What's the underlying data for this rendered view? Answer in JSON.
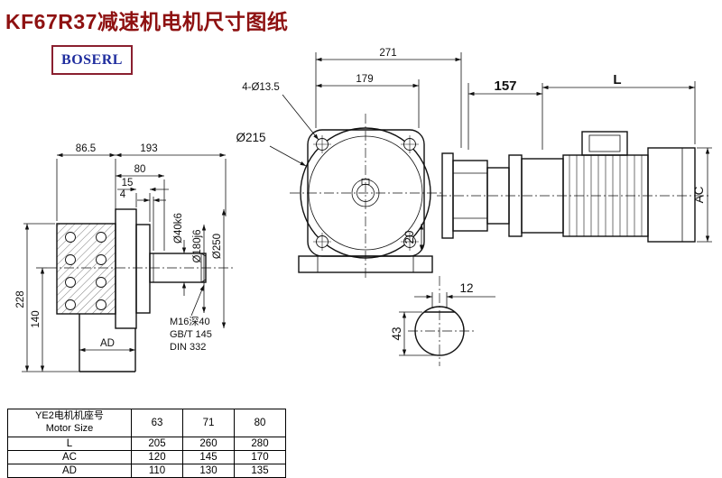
{
  "title": "KF67R37减速机电机尺寸图纸",
  "logo": "BOSERL",
  "dims": {
    "front": {
      "w271": "271",
      "w179": "179",
      "holes": "4-Ø13.5",
      "d215": "Ø215",
      "t20": "20"
    },
    "side": {
      "w86_5": "86.5",
      "w193": "193",
      "w80": "80",
      "w15": "15",
      "w4": "4",
      "h228": "228",
      "h140": "140",
      "ad": "AD",
      "d40": "Ø40k6",
      "d180": "Ø180j6",
      "d250": "Ø250",
      "m16": "M16深40",
      "gbt": "GB/T 145",
      "din": "DIN 332"
    },
    "motor": {
      "w157": "157",
      "L": "L",
      "AC": "AC"
    },
    "shaft": {
      "w12": "12",
      "h43": "43"
    }
  },
  "table": {
    "name_cn": "YE2电机机座号",
    "name_en": "Motor Size",
    "sizes": [
      "63",
      "71",
      "80"
    ],
    "rows": [
      {
        "label": "L",
        "values": [
          "205",
          "260",
          "280"
        ]
      },
      {
        "label": "AC",
        "values": [
          "120",
          "145",
          "170"
        ]
      },
      {
        "label": "AD",
        "values": [
          "110",
          "130",
          "135"
        ]
      }
    ]
  }
}
